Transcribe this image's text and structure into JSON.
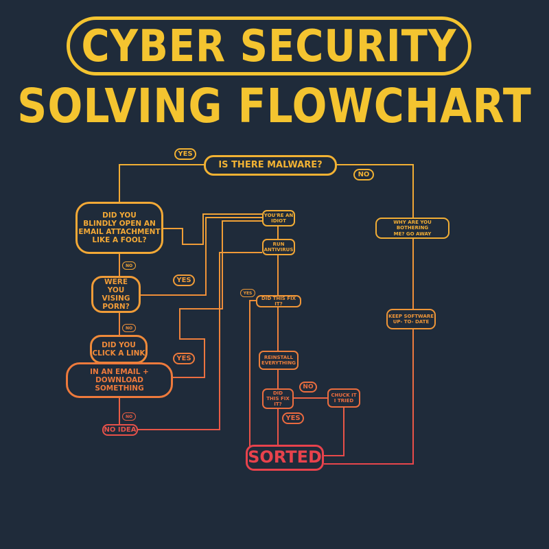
{
  "header": {
    "title": "CYBER SECURITY",
    "subtitle": "SOLVING FLOWCHART"
  },
  "nodes": {
    "malware": "IS THERE MALWARE?",
    "attachment": "DID YOU\nBLINDLY OPEN AN\nEMAIL ATTACHMENT\nLIKE A FOOL?",
    "porn": "WERE\nYOU VISING\nPORN?",
    "click_link": "DID YOU\nCLICK A LINK",
    "download": "IN AN EMAIL + DOWNLOAD\nSOMETHING",
    "no_idea": "NO IDEA",
    "idiot": "YOU'RE AN\nIDIOT",
    "antivirus": "RUN\nANTIVIRUS",
    "fix1": "DID THIS FIX IT?",
    "reinstall": "REINSTALL\nEVERYTHING",
    "fix2": "DID\nTHIS FIX IT?",
    "chuck": "CHUCK IT\nI TRIED",
    "sorted": "SORTED",
    "bothering": "WHY ARE YOU BOTHERING\nME? GO AWAY",
    "update": "KEEP SOFTWARE\nUP- TO- DATE"
  },
  "labels": {
    "yes_top": "YES",
    "no_top": "NO",
    "no_1": "NO",
    "yes_porn": "YES",
    "no_2": "NO",
    "yes_link": "YES",
    "no_3": "NO",
    "yes_fix1": "YES",
    "no_fix2": "NO",
    "yes_fix2": "YES"
  },
  "colors": {
    "background": "#1f2b3a",
    "title": "#f4c430",
    "gradient_top": "#f2b233",
    "gradient_bottom": "#e8424c"
  }
}
